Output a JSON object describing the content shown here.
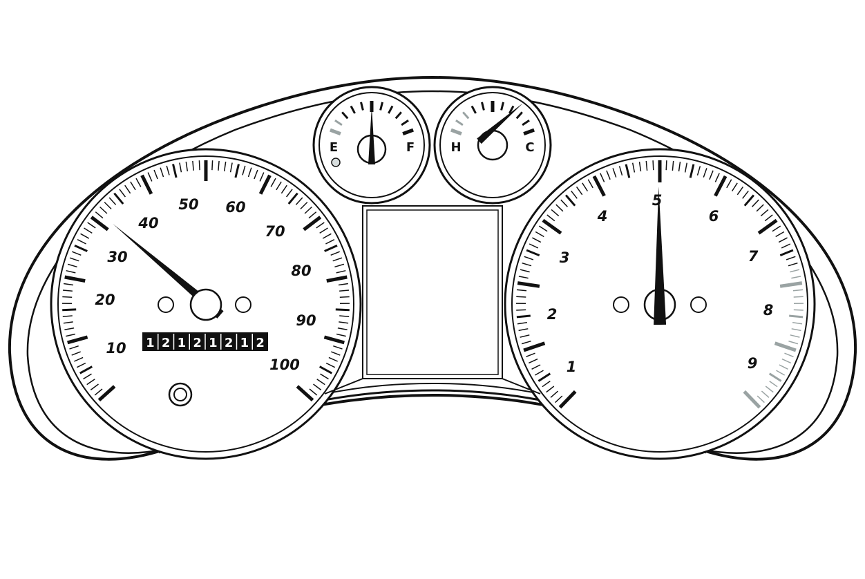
{
  "speedometer": {
    "labels": [
      "10",
      "20",
      "30",
      "40",
      "50",
      "60",
      "70",
      "80",
      "90",
      "100"
    ],
    "needle_value": 30
  },
  "odometer": {
    "digits": [
      "1",
      "2",
      "1",
      "2",
      "1",
      "2",
      "1",
      "2"
    ]
  },
  "tachometer": {
    "labels": [
      "1",
      "2",
      "3",
      "4",
      "5",
      "6",
      "7",
      "8",
      "9"
    ],
    "needle_value": 5
  },
  "fuel_gauge": {
    "empty_label": "E",
    "full_label": "F",
    "level": 0.5
  },
  "temp_gauge": {
    "hot_label": "H",
    "cold_label": "C",
    "level": 0.85
  },
  "colors": {
    "ink": "#111111",
    "warning_ticks": "#9aa3a3"
  }
}
